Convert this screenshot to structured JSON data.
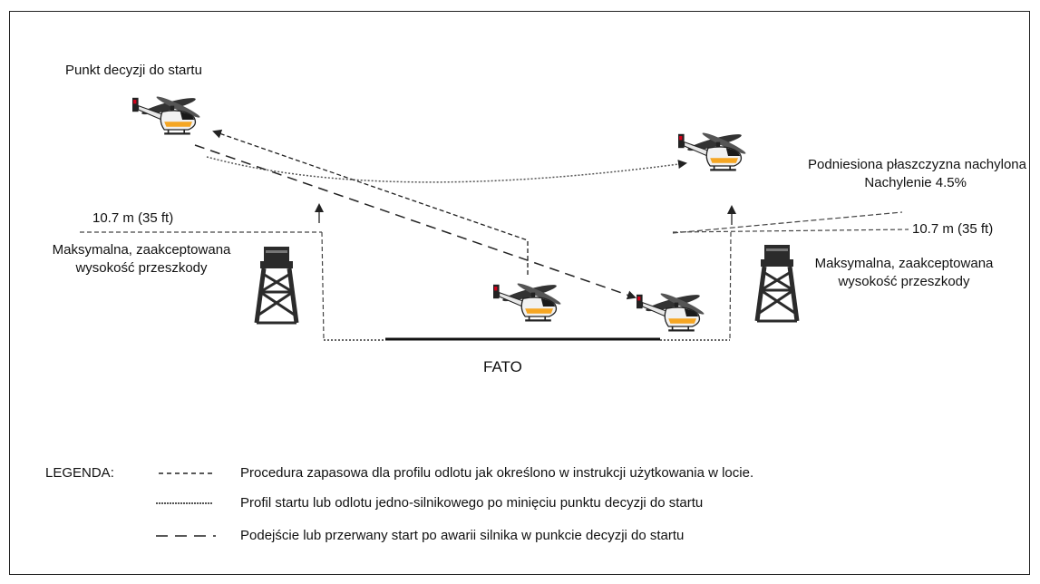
{
  "labels": {
    "decision_point": "Punkt decyzji do startu",
    "raised_plane_line1": "Podniesiona płaszczyzna nachylona",
    "raised_plane_line2": "Nachylenie 4.5%",
    "height_left": "10.7 m (35 ft)",
    "height_right": "10.7 m (35 ft)",
    "obstacle_left_line1": "Maksymalna, zaakceptowana",
    "obstacle_left_line2": "wysokość przeszkody",
    "obstacle_right_line1": "Maksymalna, zaakceptowana",
    "obstacle_right_line2": "wysokość przeszkody",
    "fato": "FATO"
  },
  "legend": {
    "title": "LEGENDA:",
    "items": [
      {
        "style": "short-dash",
        "text": "Procedura zapasowa dla profilu odlotu jak określono w instrukcji użytkowania w locie."
      },
      {
        "style": "dotted",
        "text": "Profil startu lub odlotu jedno-silnikowego po minięciu punktu decyzji do startu"
      },
      {
        "style": "long-dash",
        "text": "Podejście lub przerwany start po awarii silnika w punkcie decyzji do startu"
      }
    ]
  },
  "colors": {
    "line": "#333333",
    "helicopter_body": "#f1f1f1",
    "helicopter_stripe": "#f5a623",
    "helicopter_dark": "#1a1a1a",
    "tower": "#2b2b2b"
  }
}
